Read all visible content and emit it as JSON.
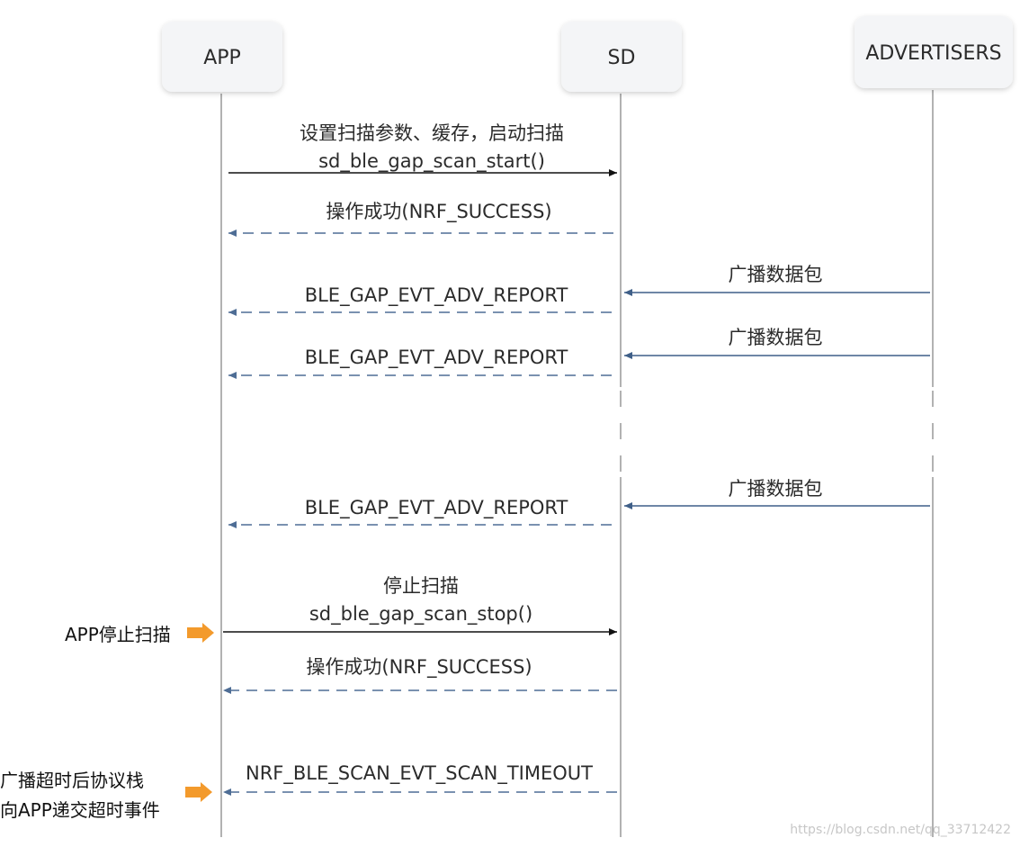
{
  "participants": [
    {
      "id": "app",
      "label": "APP"
    },
    {
      "id": "sd",
      "label": "SD"
    },
    {
      "id": "adv",
      "label": "ADVERTISERS"
    }
  ],
  "messages": [
    {
      "id": "m1",
      "from": "app",
      "to": "sd",
      "style": "solid-black",
      "lines": [
        "设置扫描参数、缓存，启动扫描",
        "sd_ble_gap_scan_start()"
      ]
    },
    {
      "id": "m2",
      "from": "sd",
      "to": "app",
      "style": "dashed-blue",
      "lines": [
        "操作成功(NRF_SUCCESS)"
      ]
    },
    {
      "id": "m3",
      "from": "adv",
      "to": "sd",
      "style": "solid-blue",
      "lines": [
        "广播数据包"
      ]
    },
    {
      "id": "m4",
      "from": "sd",
      "to": "app",
      "style": "dashed-blue",
      "lines": [
        "BLE_GAP_EVT_ADV_REPORT"
      ]
    },
    {
      "id": "m5",
      "from": "adv",
      "to": "sd",
      "style": "solid-blue",
      "lines": [
        "广播数据包"
      ]
    },
    {
      "id": "m6",
      "from": "sd",
      "to": "app",
      "style": "dashed-blue",
      "lines": [
        "BLE_GAP_EVT_ADV_REPORT"
      ]
    },
    {
      "id": "m7",
      "from": "adv",
      "to": "sd",
      "style": "solid-blue",
      "lines": [
        "广播数据包"
      ]
    },
    {
      "id": "m8",
      "from": "sd",
      "to": "app",
      "style": "dashed-blue",
      "lines": [
        "BLE_GAP_EVT_ADV_REPORT"
      ]
    },
    {
      "id": "m9",
      "from": "app",
      "to": "sd",
      "style": "solid-black",
      "lines": [
        "停止扫描",
        "sd_ble_gap_scan_stop()"
      ]
    },
    {
      "id": "m10",
      "from": "sd",
      "to": "app",
      "style": "dashed-blue",
      "lines": [
        "操作成功(NRF_SUCCESS)"
      ]
    },
    {
      "id": "m11",
      "from": "sd",
      "to": "app",
      "style": "dashed-blue",
      "lines": [
        "NRF_BLE_SCAN_EVT_SCAN_TIMEOUT"
      ]
    }
  ],
  "annotations": [
    {
      "id": "a1",
      "lines": [
        "APP停止扫描"
      ],
      "target_message": "m9"
    },
    {
      "id": "a2",
      "lines": [
        "广播超时后协议栈",
        "向APP递交超时事件"
      ],
      "target_message": "m11"
    }
  ],
  "colors": {
    "solid_black": "#111111",
    "solid_blue": "#3f5f88",
    "dashed_blue": "#4e6d95",
    "annotation_arrow": "#f39a2c",
    "participant_box": "#f4f5f7",
    "lifeline": "#888888"
  },
  "watermark": "https://blog.csdn.net/qq_33712422"
}
